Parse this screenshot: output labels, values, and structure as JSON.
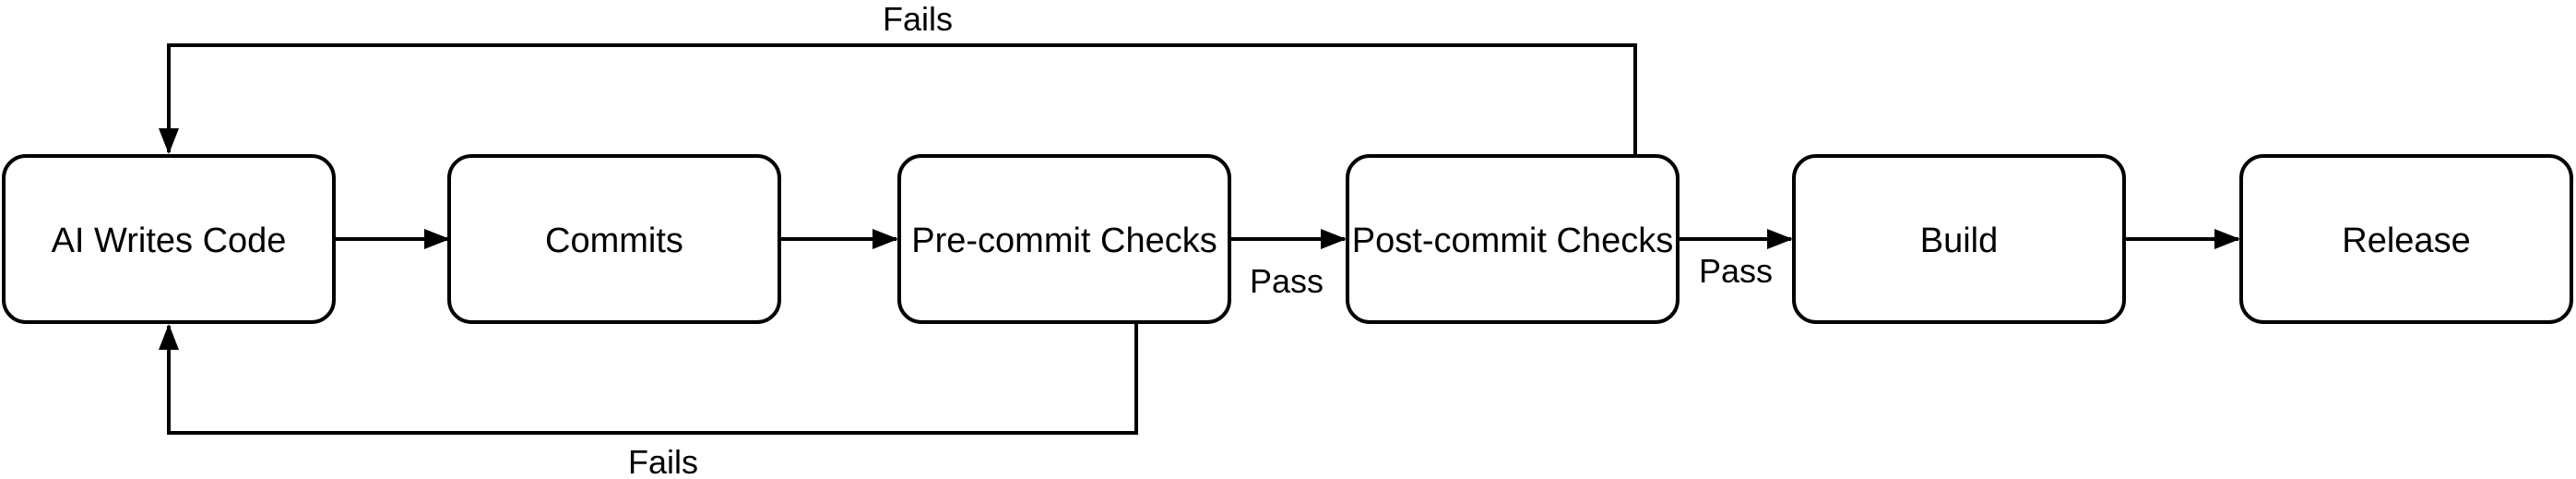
{
  "diagram": {
    "type": "flowchart",
    "background_color": "#ffffff",
    "node_fill_color": "#ffffff",
    "node_stroke_color": "#000000",
    "text_color": "#000000",
    "nodes": [
      {
        "id": "ai-writes-code",
        "label": "AI Writes Code"
      },
      {
        "id": "commits",
        "label": "Commits"
      },
      {
        "id": "pre-commit-checks",
        "label": "Pre-commit Checks"
      },
      {
        "id": "post-commit-checks",
        "label": "Post-commit Checks"
      },
      {
        "id": "build",
        "label": "Build"
      },
      {
        "id": "release",
        "label": "Release"
      }
    ],
    "edges": [
      {
        "from": "AI Writes Code",
        "to": "Commits",
        "label": ""
      },
      {
        "from": "Commits",
        "to": "Pre-commit Checks",
        "label": ""
      },
      {
        "from": "Pre-commit Checks",
        "to": "Post-commit Checks",
        "label": "Pass"
      },
      {
        "from": "Post-commit Checks",
        "to": "Build",
        "label": "Pass"
      },
      {
        "from": "Build",
        "to": "Release",
        "label": ""
      },
      {
        "from": "Post-commit Checks",
        "to": "AI Writes Code",
        "label": "Fails"
      },
      {
        "from": "Pre-commit Checks",
        "to": "AI Writes Code",
        "label": "Fails"
      }
    ]
  }
}
